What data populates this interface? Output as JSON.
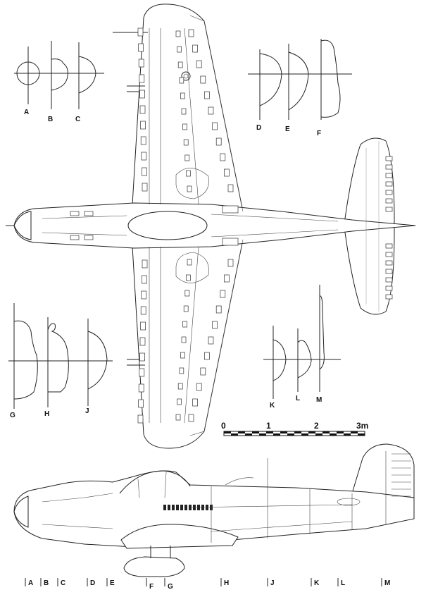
{
  "section_labels": {
    "A": "A",
    "B": "B",
    "C": "C",
    "D": "D",
    "E": "E",
    "F": "F",
    "G": "G",
    "H": "H",
    "J": "J",
    "K": "K",
    "L": "L",
    "M": "M"
  },
  "scale_bar": {
    "labels": [
      "0",
      "1",
      "2",
      "3m"
    ]
  },
  "station_labels": [
    "A",
    "B",
    "C",
    "D",
    "E",
    "F",
    "G",
    "H",
    "J",
    "K",
    "L",
    "M"
  ],
  "colors": {
    "line": "#222222",
    "paper": "#ffffff"
  }
}
